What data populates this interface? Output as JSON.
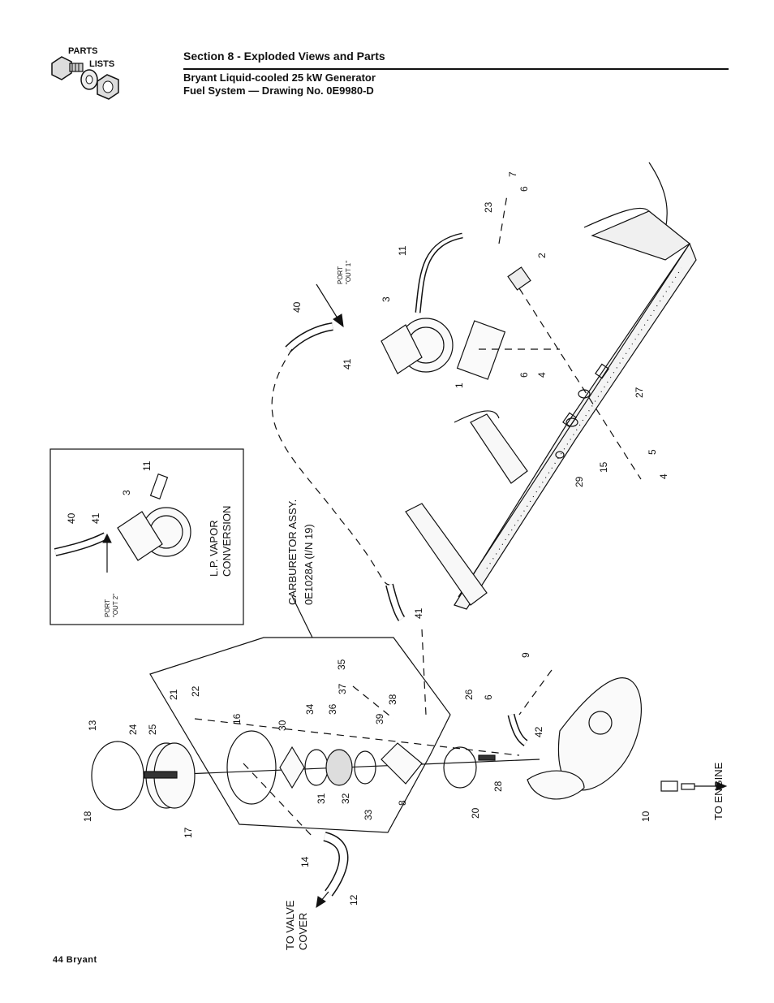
{
  "header": {
    "section": "Section 8 - Exploded Views and Parts",
    "title_line1": "Bryant Liquid-cooled 25 kW Generator",
    "title_line2": "Fuel System — Drawing No. 0E9980-D",
    "logo_line1": "PARTS",
    "logo_line2": "LISTS"
  },
  "footer": {
    "page_label": "44  Bryant"
  },
  "drawing": {
    "inset_label_line1": "L.P. VAPOR",
    "inset_label_line2": "CONVERSION",
    "carb_label_line1": "CARBURETOR ASSY.",
    "carb_label_line2": "0E1028A (I/N 19)",
    "port_out1_line1": "PORT",
    "port_out1_line2": "\"OUT 1\"",
    "port_out2_line1": "PORT",
    "port_out2_line2": "\"OUT 2\"",
    "to_valve_line1": "TO VALVE",
    "to_valve_line2": "COVER",
    "to_engine": "TO ENGINE",
    "callouts": {
      "n7": "7",
      "n6a": "6",
      "n23": "23",
      "n2": "2",
      "n11a": "11",
      "n3a": "3",
      "n40a": "40",
      "n41a": "41",
      "n1": "1",
      "n6b": "6",
      "n4a": "4",
      "n27": "27",
      "n15": "15",
      "n5": "5",
      "n4b": "4",
      "n29": "29",
      "n11b": "11",
      "n3b": "3",
      "n40b": "40",
      "n41b": "41",
      "n41c": "41",
      "n9": "9",
      "n26": "26",
      "n6c": "6",
      "n42": "42",
      "n10": "10",
      "n28": "28",
      "n20": "20",
      "n8": "8",
      "n35": "35",
      "n37": "37",
      "n36": "36",
      "n38": "38",
      "n39": "39",
      "n34": "34",
      "n30": "30",
      "n31": "31",
      "n32": "32",
      "n33": "33",
      "n21": "21",
      "n22": "22",
      "n16": "16",
      "n13": "13",
      "n24": "24",
      "n25": "25",
      "n18": "18",
      "n17": "17",
      "n14": "14",
      "n12": "12"
    }
  }
}
